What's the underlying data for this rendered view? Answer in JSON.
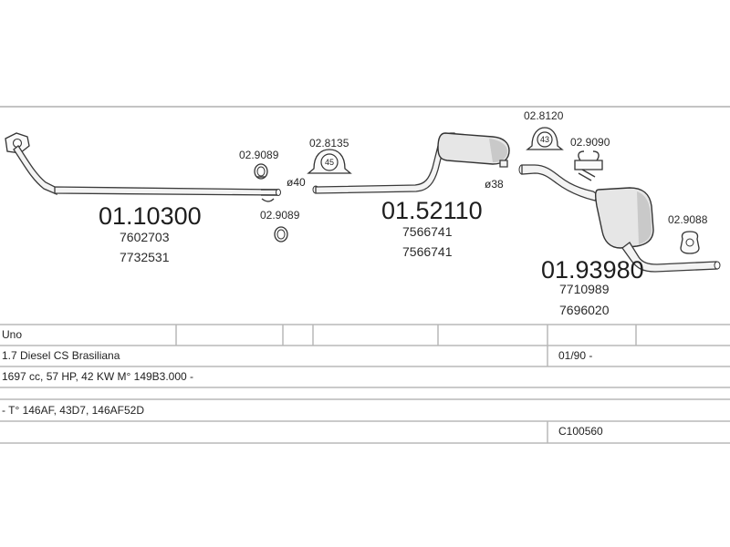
{
  "parts": {
    "front_pipe": {
      "number": "01.10300",
      "refs": [
        "7602703",
        "7732531"
      ]
    },
    "middle_section": {
      "number": "01.52110",
      "refs": [
        "7566741",
        "7566741"
      ]
    },
    "rear_silencer": {
      "number": "01.93980",
      "refs": [
        "7710989",
        "7696020"
      ]
    }
  },
  "hardware": {
    "clamp_upper": "02.9089",
    "clamp_lower": "02.9089",
    "gasket_front": "02.8135",
    "gasket_front_size": "45",
    "gasket_rear": "02.8120",
    "gasket_rear_size": "43",
    "hanger": "02.9090",
    "rubber_mount": "02.9088"
  },
  "diameters": {
    "front": "ø40",
    "rear": "ø38"
  },
  "table": {
    "model": "Uno",
    "engine": "1.7 Diesel CS Brasiliana",
    "period": "01/90 -",
    "spec": "1697 cc, 57 HP, 42 KW M° 149B3.000 -",
    "codes": "- T° 146AF, 43D7, 146AF52D",
    "catalog": "C100560"
  }
}
